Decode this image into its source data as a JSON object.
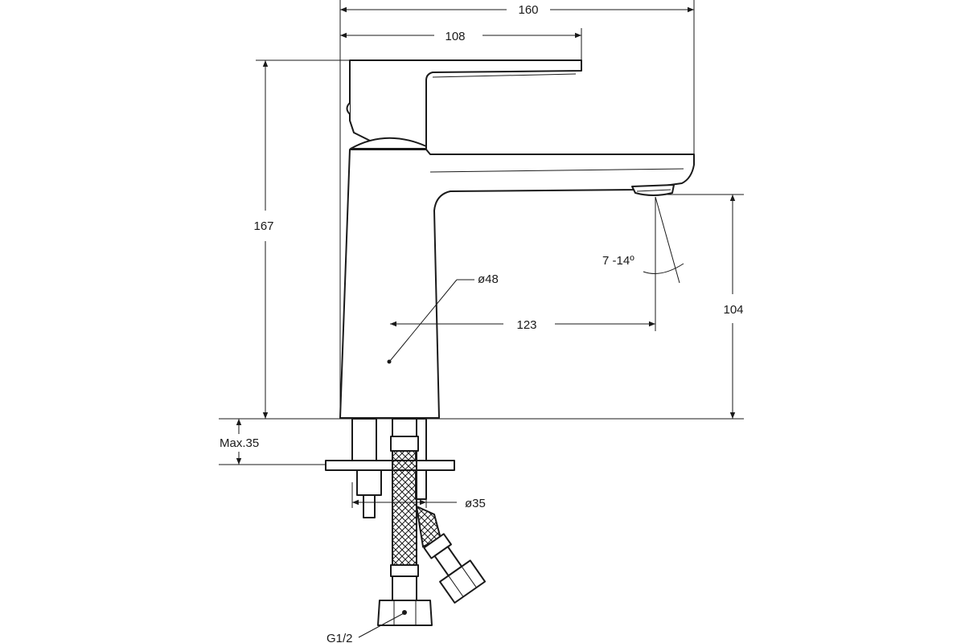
{
  "dimensions": {
    "width_total": "160",
    "width_handle": "108",
    "height_total": "167",
    "spout_height": "104",
    "spout_reach": "123",
    "body_diameter": "ø48",
    "spray_angle": "7 -14º",
    "max_mount": "Max.35",
    "hole_diameter": "ø35",
    "thread": "G1/2"
  },
  "colors": {
    "line": "#1a1a1a",
    "background": "#ffffff"
  }
}
